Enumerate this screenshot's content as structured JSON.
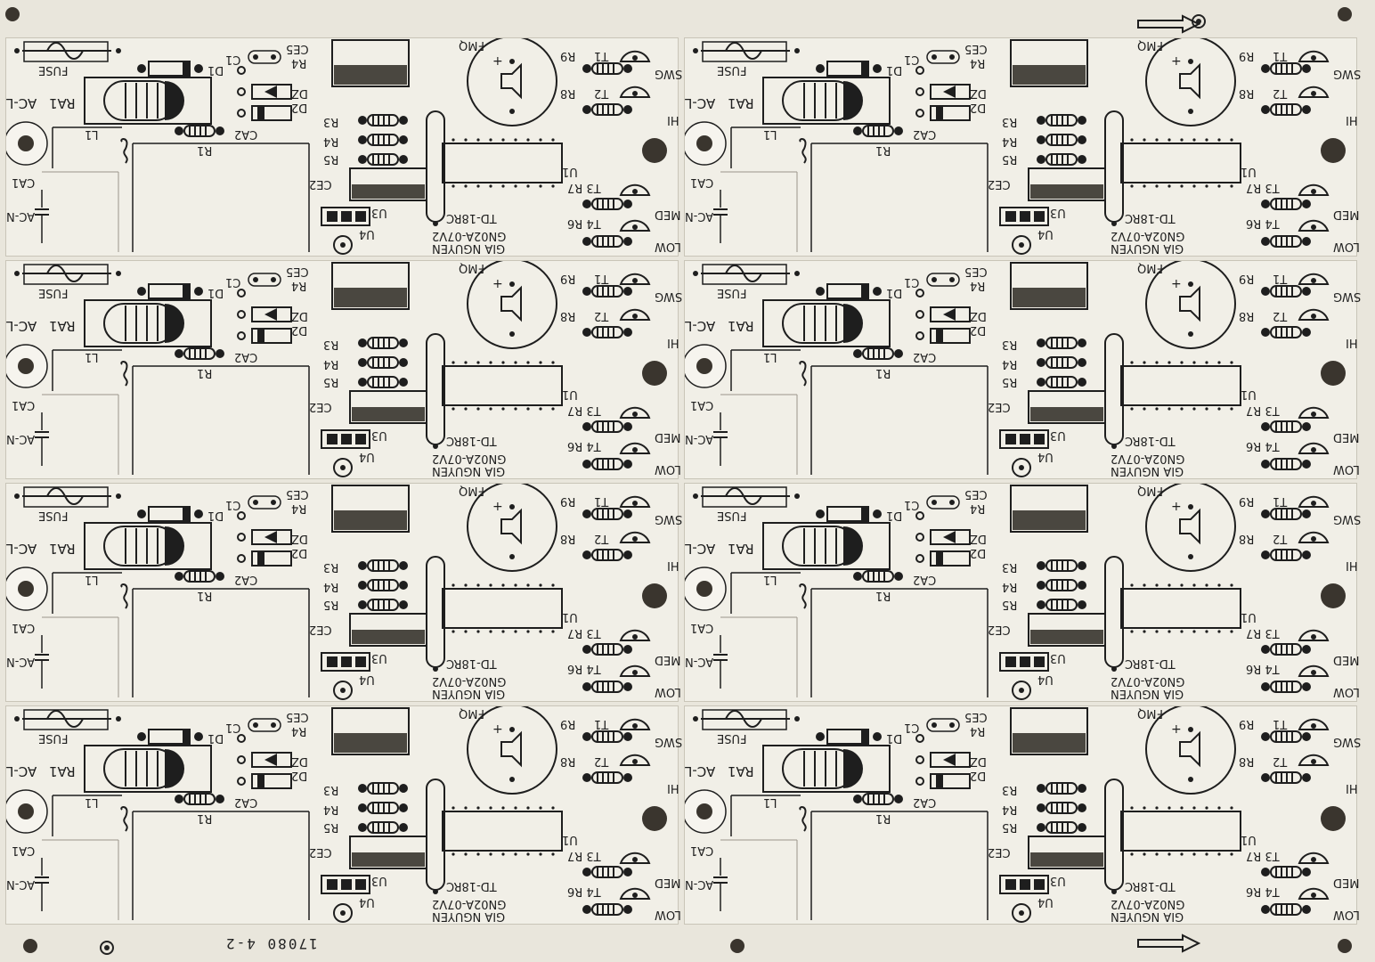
{
  "board": {
    "panel_code": "17080 4-2",
    "arrow_hint": "direction-arrow"
  },
  "panel": {
    "fuse": "FUSE",
    "c1": "C1",
    "ce5": "CE5",
    "r4_top": "R4",
    "d1": "D1",
    "fmq": "FMQ",
    "r9": "R9",
    "t1": "T1",
    "swg": "SWG",
    "acl": "AC-L",
    "ra1": "RA1",
    "dz": "DZ",
    "d2": "D2",
    "r8": "R8",
    "t2": "T2",
    "r3": "R3",
    "hi": "HI",
    "l1": "L1",
    "ca2": "CA2",
    "r4": "R4",
    "r1": "R1",
    "r5": "R5",
    "u1": "U1",
    "ca1": "CA1",
    "ce2": "CE2",
    "t3r7": "T3 R7",
    "acn": "AC-N",
    "u3": "U3",
    "td": "TD-18RC",
    "med": "MED",
    "t4r6": "T4 R6",
    "u4": "U4",
    "gno": "GN02A-07V2",
    "gia": "GIA NGUYEN",
    "low": "LOW"
  },
  "colors": {
    "board": "#e9e6dc",
    "panel": "#f1efe7",
    "ink": "#1e1e1e",
    "hole": "#3a352e"
  }
}
